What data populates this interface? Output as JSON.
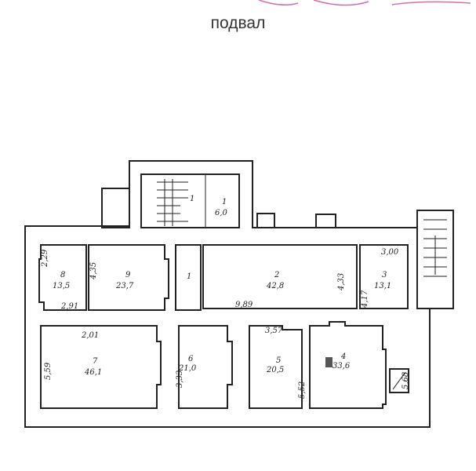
{
  "title": "подвал",
  "rooms": [
    {
      "num": "8",
      "area": "13,5"
    },
    {
      "num": "9",
      "area": "23,7"
    },
    {
      "num": "1",
      "area": ""
    },
    {
      "num": "2",
      "area": "42,8"
    },
    {
      "num": "3",
      "area": "13,1"
    },
    {
      "num": "7",
      "area": "46,1"
    },
    {
      "num": "6",
      "area": "21,0"
    },
    {
      "num": "5",
      "area": "20,5"
    },
    {
      "num": "4",
      "area": "33,6"
    },
    {
      "num": "1",
      "area": "6,0"
    },
    {
      "num": "1",
      "area": ""
    }
  ],
  "dims": [
    "2,29",
    "4,35",
    "2,91",
    "9,89",
    "4,33",
    "4,17",
    "3,00",
    "2,01",
    "5,59",
    "3,33",
    "3,57",
    "5,52",
    "5,68"
  ],
  "colors": {
    "walls": "#222222",
    "signature": "#d070b0"
  }
}
